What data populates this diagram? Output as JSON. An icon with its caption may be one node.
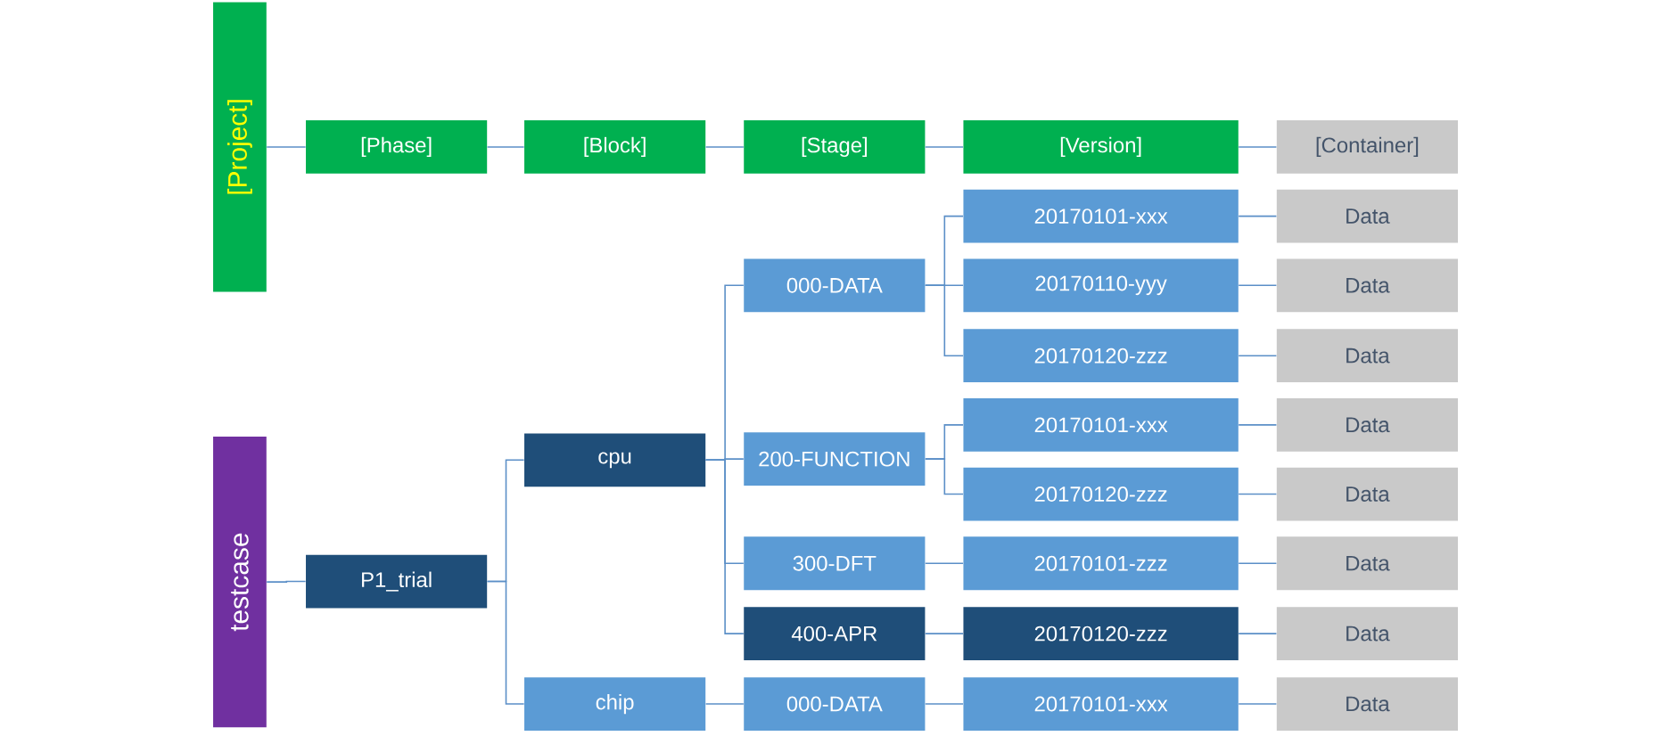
{
  "diagram": {
    "nodes": [
      {
        "text": [
          "[Project]"
        ]
      },
      {
        "text": [
          "[Phase]"
        ]
      },
      {
        "text": [
          "[Block]"
        ]
      },
      {
        "text": [
          "[Stage]"
        ]
      },
      {
        "text": [
          "[Version]"
        ]
      },
      {
        "text": [
          "[Container]"
        ]
      },
      {
        "text": [
          "testcase"
        ]
      },
      {
        "text": [
          "P1_trial"
        ]
      },
      {
        "text": [
          "cpu"
        ]
      },
      {
        "text": [
          "chip"
        ]
      },
      {
        "text": [
          "000-DATA"
        ]
      },
      {
        "text": [
          "200-FUNCTION"
        ]
      },
      {
        "text": [
          "300-DFT"
        ]
      },
      {
        "text": [
          "400-APR"
        ]
      },
      {
        "text": [
          "000-DATA"
        ]
      },
      {
        "text": [
          "20170101-xxx"
        ]
      },
      {
        "text": [
          "20170110-yyy"
        ]
      },
      {
        "text": [
          "20170120-zzz"
        ]
      },
      {
        "text": [
          "20170101-xxx"
        ]
      },
      {
        "text": [
          "20170120-zzz"
        ]
      },
      {
        "text": [
          "20170101-zzz"
        ]
      },
      {
        "text": [
          "20170120-zzz"
        ]
      },
      {
        "text": [
          "20170101-xxx"
        ]
      },
      {
        "text": [
          "Data"
        ]
      },
      {
        "text": [
          "Data"
        ]
      },
      {
        "text": [
          "Data"
        ]
      },
      {
        "text": [
          "Data"
        ]
      },
      {
        "text": [
          "Data"
        ]
      },
      {
        "text": [
          "Data"
        ]
      },
      {
        "text": [
          "Data"
        ]
      },
      {
        "text": [
          "Data"
        ]
      }
    ],
    "edges": [
      {
        "from": 0,
        "to": 1,
        "arrow": "none"
      },
      {
        "from": 1,
        "to": 2,
        "arrow": "none"
      },
      {
        "from": 2,
        "to": 3,
        "arrow": "none"
      },
      {
        "from": 3,
        "to": 4,
        "arrow": "none"
      },
      {
        "from": 4,
        "to": 5,
        "arrow": "none"
      },
      {
        "from": 6,
        "to": 7,
        "arrow": "none"
      },
      {
        "from": 7,
        "to": 8,
        "arrow": "none"
      },
      {
        "from": 7,
        "to": 9,
        "arrow": "none"
      },
      {
        "from": 8,
        "to": 10,
        "arrow": "none"
      },
      {
        "from": 8,
        "to": 11,
        "arrow": "none"
      },
      {
        "from": 8,
        "to": 12,
        "arrow": "none"
      },
      {
        "from": 8,
        "to": 13,
        "arrow": "none"
      },
      {
        "from": 9,
        "to": 14,
        "arrow": "none"
      },
      {
        "from": 10,
        "to": 15,
        "arrow": "none"
      },
      {
        "from": 10,
        "to": 16,
        "arrow": "none"
      },
      {
        "from": 10,
        "to": 17,
        "arrow": "none"
      },
      {
        "from": 11,
        "to": 18,
        "arrow": "none"
      },
      {
        "from": 11,
        "to": 19,
        "arrow": "none"
      },
      {
        "from": 12,
        "to": 20,
        "arrow": "none"
      },
      {
        "from": 13,
        "to": 21,
        "arrow": "none"
      },
      {
        "from": 14,
        "to": 22,
        "arrow": "none"
      },
      {
        "from": 15,
        "to": 23,
        "arrow": "none"
      },
      {
        "from": 16,
        "to": 24,
        "arrow": "none"
      },
      {
        "from": 17,
        "to": 25,
        "arrow": "none"
      },
      {
        "from": 18,
        "to": 26,
        "arrow": "none"
      },
      {
        "from": 19,
        "to": 27,
        "arrow": "none"
      },
      {
        "from": 20,
        "to": 28,
        "arrow": "none"
      },
      {
        "from": 21,
        "to": 29,
        "arrow": "none"
      },
      {
        "from": 22,
        "to": 30,
        "arrow": "none"
      }
    ]
  }
}
